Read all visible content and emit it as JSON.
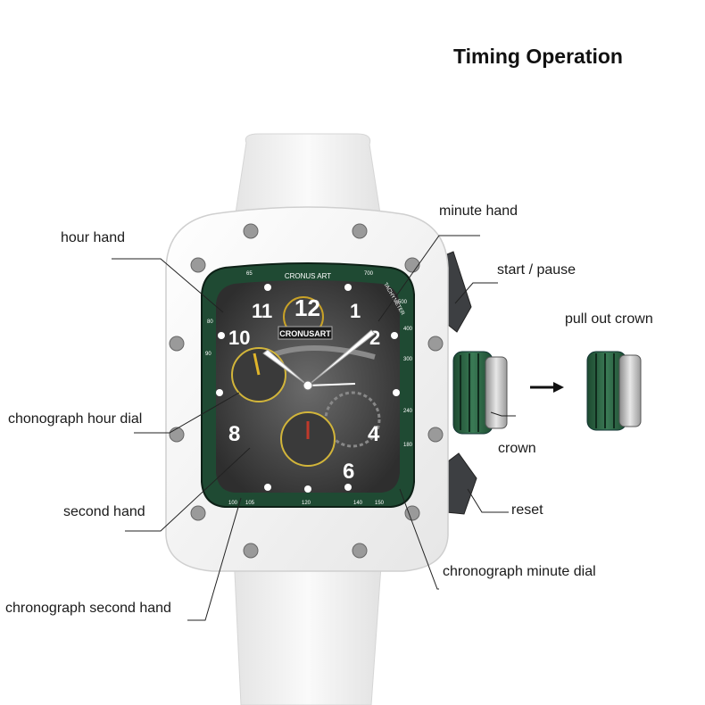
{
  "title": "Timing Operation",
  "labels": {
    "hour_hand": "hour hand",
    "minute_hand": "minute hand",
    "start_pause": "start / pause",
    "pull_out_crown": "pull out crown",
    "chrono_hour_dial": "chonograph hour dial",
    "crown": "crown",
    "second_hand": "second hand",
    "reset": "reset",
    "chrono_minute_dial": "chronograph minute dial",
    "chrono_second_hand": "chronograph second hand"
  },
  "watch": {
    "brand_top": "CRONUS ART",
    "brand_logo": "CRONUSART",
    "numerals": {
      "n11": "11",
      "n12": "12",
      "n1": "1",
      "n10": "10",
      "n2": "2",
      "n8": "8",
      "n4": "4",
      "n6": "6"
    },
    "scale": {
      "t65": "65",
      "t700": "700",
      "t80": "80",
      "t90": "90",
      "t100": "100",
      "t105": "105",
      "t120": "120",
      "t140": "140",
      "t150": "150",
      "t180": "180",
      "t240": "240",
      "t300": "300",
      "t400": "400",
      "t500": "500",
      "tachy": "TACHYMETER"
    }
  },
  "colors": {
    "case": "#f4f4f4",
    "bezel_green": "#1f4a33",
    "accent_yellow": "#e0b52a",
    "crown_green": "#2f6b4a"
  }
}
